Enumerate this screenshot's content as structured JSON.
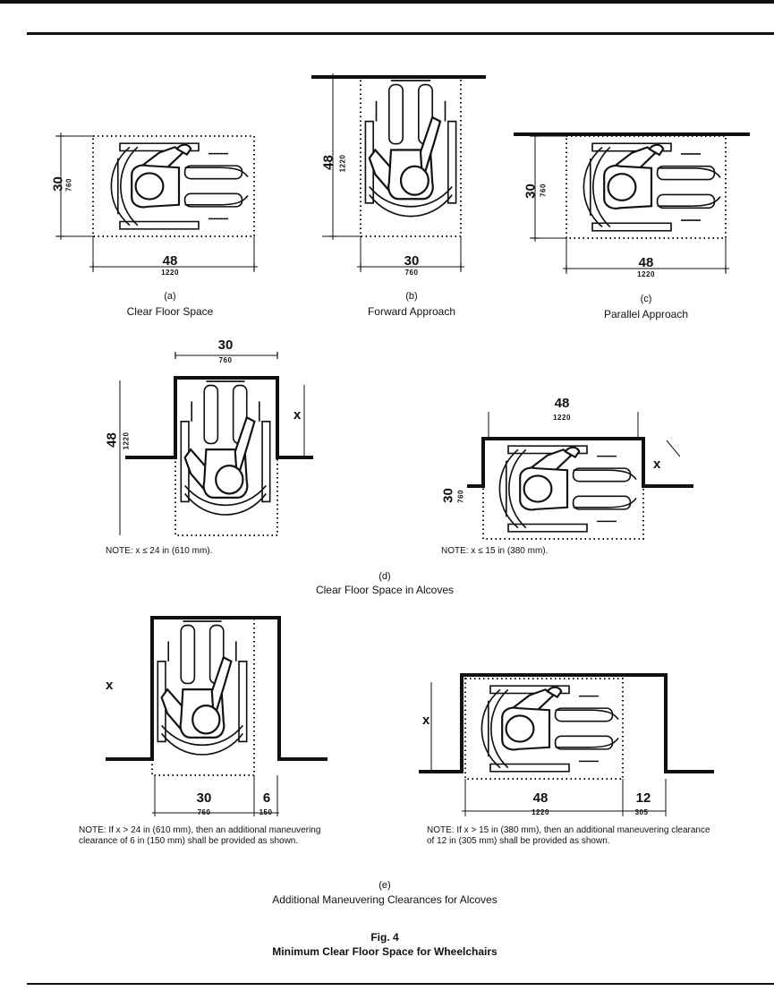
{
  "panels": {
    "a": {
      "letter": "(a)",
      "caption": "Clear Floor Space",
      "dim_v": "30",
      "dim_v_mm": "760",
      "dim_h": "48",
      "dim_h_mm": "1220"
    },
    "b": {
      "letter": "(b)",
      "caption": "Forward Approach",
      "dim_v": "48",
      "dim_v_mm": "1220",
      "dim_h": "30",
      "dim_h_mm": "760"
    },
    "c": {
      "letter": "(c)",
      "caption": "Parallel Approach",
      "dim_v": "30",
      "dim_v_mm": "760",
      "dim_h": "48",
      "dim_h_mm": "1220"
    },
    "d": {
      "letter": "(d)",
      "caption": "Clear Floor Space in Alcoves",
      "left": {
        "dim_h": "30",
        "dim_h_mm": "760",
        "dim_v": "48",
        "dim_v_mm": "1220",
        "x": "x",
        "note": "NOTE: x ≤ 24 in (610 mm)."
      },
      "right": {
        "dim_h": "48",
        "dim_h_mm": "1220",
        "dim_v": "30",
        "dim_v_mm": "760",
        "x": "x",
        "note": "NOTE: x ≤ 15 in (380 mm)."
      }
    },
    "e": {
      "letter": "(e)",
      "caption": "Additional Maneuvering Clearances for Alcoves",
      "left": {
        "x": "x",
        "dim_a": "30",
        "dim_a_mm": "760",
        "dim_b": "6",
        "dim_b_mm": "150",
        "note": "NOTE: If x > 24 in (610 mm), then an additional maneuvering clearance of 6 in (150 mm) shall be provided as shown."
      },
      "right": {
        "x": "x",
        "dim_a": "48",
        "dim_a_mm": "1220",
        "dim_b": "12",
        "dim_b_mm": "305",
        "note": "NOTE: If x > 15 in (380 mm), then an additional maneuvering clearance of 12 in (305 mm) shall be provided as shown."
      }
    }
  },
  "figure": {
    "number": "Fig. 4",
    "title": "Minimum Clear Floor Space for Wheelchairs"
  },
  "colors": {
    "ink": "#111111",
    "paper": "#ffffff"
  }
}
